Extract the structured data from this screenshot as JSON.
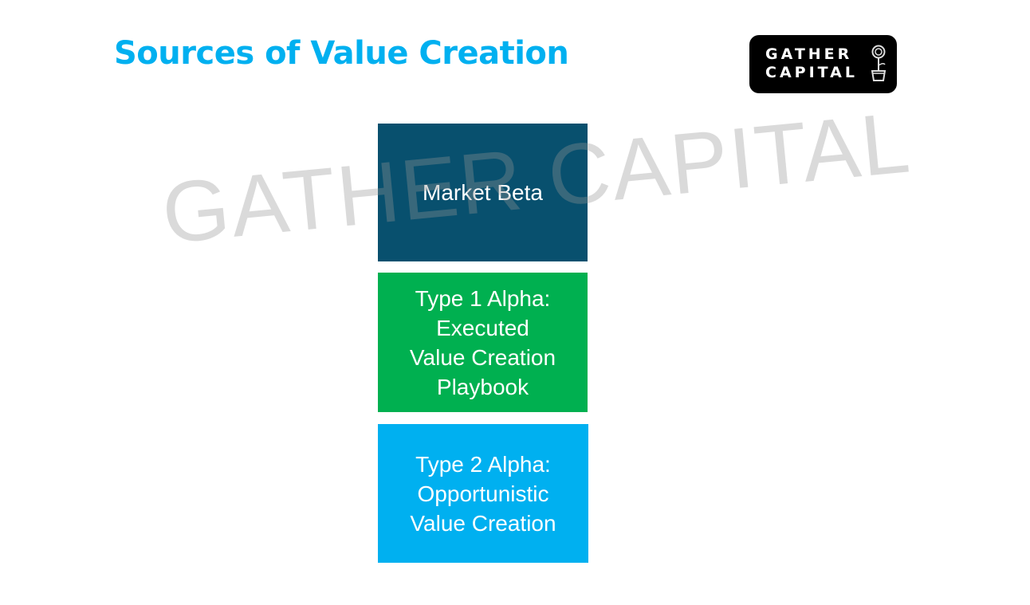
{
  "slide": {
    "title": "Sources of Value Creation",
    "logo": {
      "line1": "GATHER",
      "line2": "CAPITAL",
      "icon": "flower-pot-dollar-icon"
    },
    "watermark": "GATHER CAPITAL",
    "stack": [
      {
        "lines": [
          "Market Beta"
        ],
        "color": "#08506e"
      },
      {
        "lines": [
          "Type 1 Alpha:",
          "Executed",
          "Value Creation",
          "Playbook"
        ],
        "color": "#00b050"
      },
      {
        "lines": [
          "Type 2 Alpha:",
          "Opportunistic",
          "Value Creation"
        ],
        "color": "#00b0f0"
      }
    ],
    "colors": {
      "title": "#00b0f0",
      "logo_bg": "#000000"
    }
  }
}
